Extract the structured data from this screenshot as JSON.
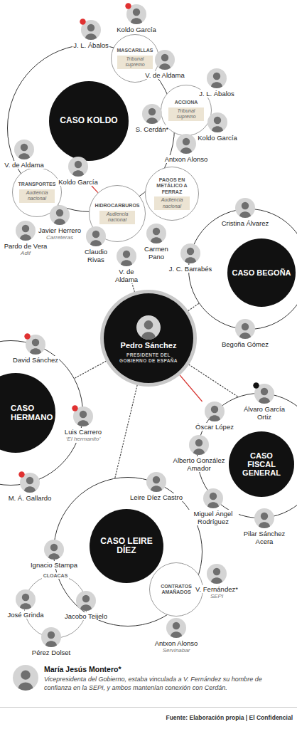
{
  "diagram": {
    "nodes": [
      {
        "text": [
          "Koldo García"
        ]
      },
      {
        "text": [
          "J. L. Ábalos"
        ]
      },
      {
        "text": [
          "MASCARILLAS",
          "Tribunal supremo"
        ]
      },
      {
        "text": [
          "V. de Aldama"
        ]
      },
      {
        "text": [
          "CASO KOLDO"
        ]
      },
      {
        "text": [
          "J. L. Ábalos"
        ]
      },
      {
        "text": [
          "ACCIONA",
          "Tribunal supremo"
        ]
      },
      {
        "text": [
          "S. Cerdán*"
        ]
      },
      {
        "text": [
          "Koldo García"
        ]
      },
      {
        "text": [
          "Antxon Alonso"
        ]
      },
      {
        "text": [
          "V. de Aldama"
        ]
      },
      {
        "text": [
          "Koldo García"
        ]
      },
      {
        "text": [
          "PAGOS EN METÁLICO A FERRAZ",
          "Audiencia nacional"
        ]
      },
      {
        "text": [
          "TRANSPORTES",
          "Audiencia nacional"
        ]
      },
      {
        "text": [
          "HIDROCARBUROS",
          "Audiencia nacional"
        ]
      },
      {
        "text": [
          "Cristina Álvarez"
        ]
      },
      {
        "text": [
          "Javier Herrero",
          "Carreteras"
        ]
      },
      {
        "text": [
          "Pardo de Vera",
          "Adif"
        ]
      },
      {
        "text": [
          "Claudio Rivas"
        ]
      },
      {
        "text": [
          "Carmen Pano"
        ]
      },
      {
        "text": [
          "J. C. Barrabés"
        ]
      },
      {
        "text": [
          "CASO BEGOÑA"
        ]
      },
      {
        "text": [
          "V. de Aldama"
        ]
      },
      {
        "text": [
          "Pedro Sánchez",
          "PRESIDENTE DEL GOBIERNO DE ESPAÑA"
        ]
      },
      {
        "text": [
          "Begoña Gómez"
        ]
      },
      {
        "text": [
          "David Sánchez"
        ]
      },
      {
        "text": [
          "Álvaro García Ortiz"
        ]
      },
      {
        "text": [
          "CASO HERMANO"
        ]
      },
      {
        "text": [
          "Luis Carrero",
          "‘El hermanito’"
        ]
      },
      {
        "text": [
          "Óscar López"
        ]
      },
      {
        "text": [
          "Alberto González Amador"
        ]
      },
      {
        "text": [
          "CASO FISCAL GENERAL"
        ]
      },
      {
        "text": [
          "Leire Díez Castro"
        ]
      },
      {
        "text": [
          "M. Á. Gallardo"
        ]
      },
      {
        "text": [
          "Miguel Ángel Rodríguez"
        ]
      },
      {
        "text": [
          "Pilar Sánchez Acera"
        ]
      },
      {
        "text": [
          "CASO LEIRE DÍEZ"
        ]
      },
      {
        "text": [
          "Ignacio Stampa"
        ]
      },
      {
        "text": [
          "CONTRATOS AMAÑADOS"
        ]
      },
      {
        "text": [
          "V. Fernández*",
          "SEPI"
        ]
      },
      {
        "text": [
          "José Grinda"
        ]
      },
      {
        "text": [
          "Jacobo Teijelo"
        ]
      },
      {
        "text": [
          "Pérez Dolset"
        ]
      },
      {
        "text": [
          "Antxon Alonso",
          "Servinabar"
        ]
      },
      {
        "text": [
          "María Jesús Montero*",
          "Vicepresidenta del Gobierno, estaba vinculada a V. Fernández su hombre de confianza en la SEPI, y ambos mantenían conexión con Cerdán."
        ]
      }
    ],
    "edges": [
      {
        "from": 23,
        "to": 22,
        "arrow": "none"
      },
      {
        "from": 23,
        "to": 21,
        "arrow": "none"
      },
      {
        "from": 23,
        "to": 27,
        "arrow": "none"
      },
      {
        "from": 23,
        "to": 31,
        "arrow": "none"
      },
      {
        "from": 23,
        "to": 29,
        "arrow": "none"
      },
      {
        "from": 23,
        "to": 36,
        "arrow": "none"
      },
      {
        "from": 11,
        "to": 14,
        "arrow": "none"
      }
    ],
    "labels": [
      "CLOACAS",
      "Fuente: Elaboración propia | El Confidencial"
    ]
  }
}
